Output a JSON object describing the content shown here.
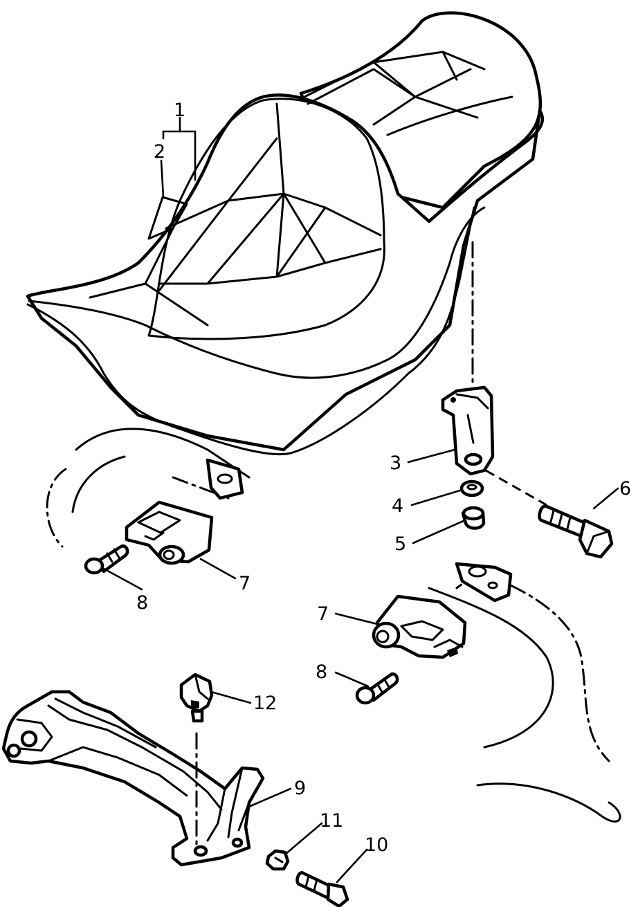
{
  "callouts": [
    {
      "id": "c1",
      "text": "1"
    },
    {
      "id": "c2",
      "text": "2"
    },
    {
      "id": "c3",
      "text": "3"
    },
    {
      "id": "c4",
      "text": "4"
    },
    {
      "id": "c5",
      "text": "5"
    },
    {
      "id": "c6",
      "text": "6"
    },
    {
      "id": "c7a",
      "text": "7"
    },
    {
      "id": "c7b",
      "text": "7"
    },
    {
      "id": "c8a",
      "text": "8"
    },
    {
      "id": "c8b",
      "text": "8"
    },
    {
      "id": "c9",
      "text": "9"
    },
    {
      "id": "c10",
      "text": "10"
    },
    {
      "id": "c11",
      "text": "11"
    },
    {
      "id": "c12",
      "text": "12"
    }
  ],
  "colors": {
    "ink": "#000000",
    "paper": "#ffffff"
  }
}
